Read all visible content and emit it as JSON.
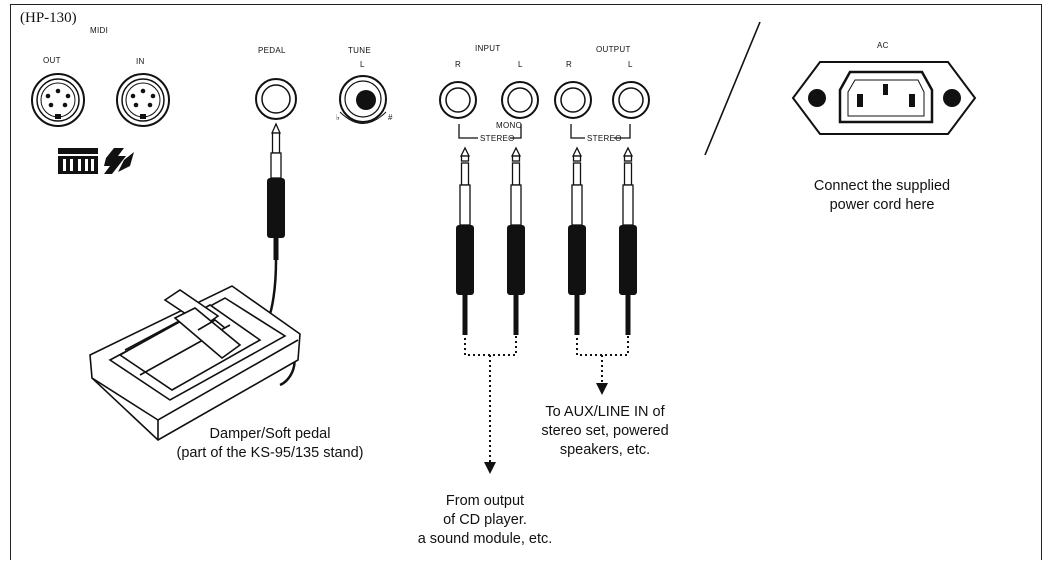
{
  "model": "(HP-130)",
  "labels": {
    "midi": "MIDI",
    "out": "OUT",
    "in": "IN",
    "pedal": "PEDAL",
    "tune": "TUNE",
    "tune_low": "L",
    "tune_flat": "♭",
    "tune_sharp": "#",
    "input": "INPUT",
    "input_r": "R",
    "input_l": "L",
    "mono": "MONO",
    "stereo_in": "STEREO",
    "output": "OUTPUT",
    "output_r": "R",
    "output_l": "L",
    "stereo_out": "STEREO",
    "ac": "AC"
  },
  "captions": {
    "power": [
      "Connect the supplied",
      "power cord here"
    ],
    "pedal": [
      "Damper/Soft pedal",
      "(part of the KS-95/135 stand)"
    ],
    "aux": [
      "To AUX/LINE IN of",
      "stereo set, powered",
      "speakers, etc."
    ],
    "source": [
      "From output",
      "of CD player.",
      "a sound module, etc."
    ]
  },
  "icons": [
    "midi-din-jack-icon",
    "phone-jack-icon",
    "tune-knob-icon",
    "ac-inlet-icon",
    "phone-plug-icon",
    "damper-pedal-icon",
    "general-midi-logo-icon",
    "gs-logo-icon"
  ]
}
